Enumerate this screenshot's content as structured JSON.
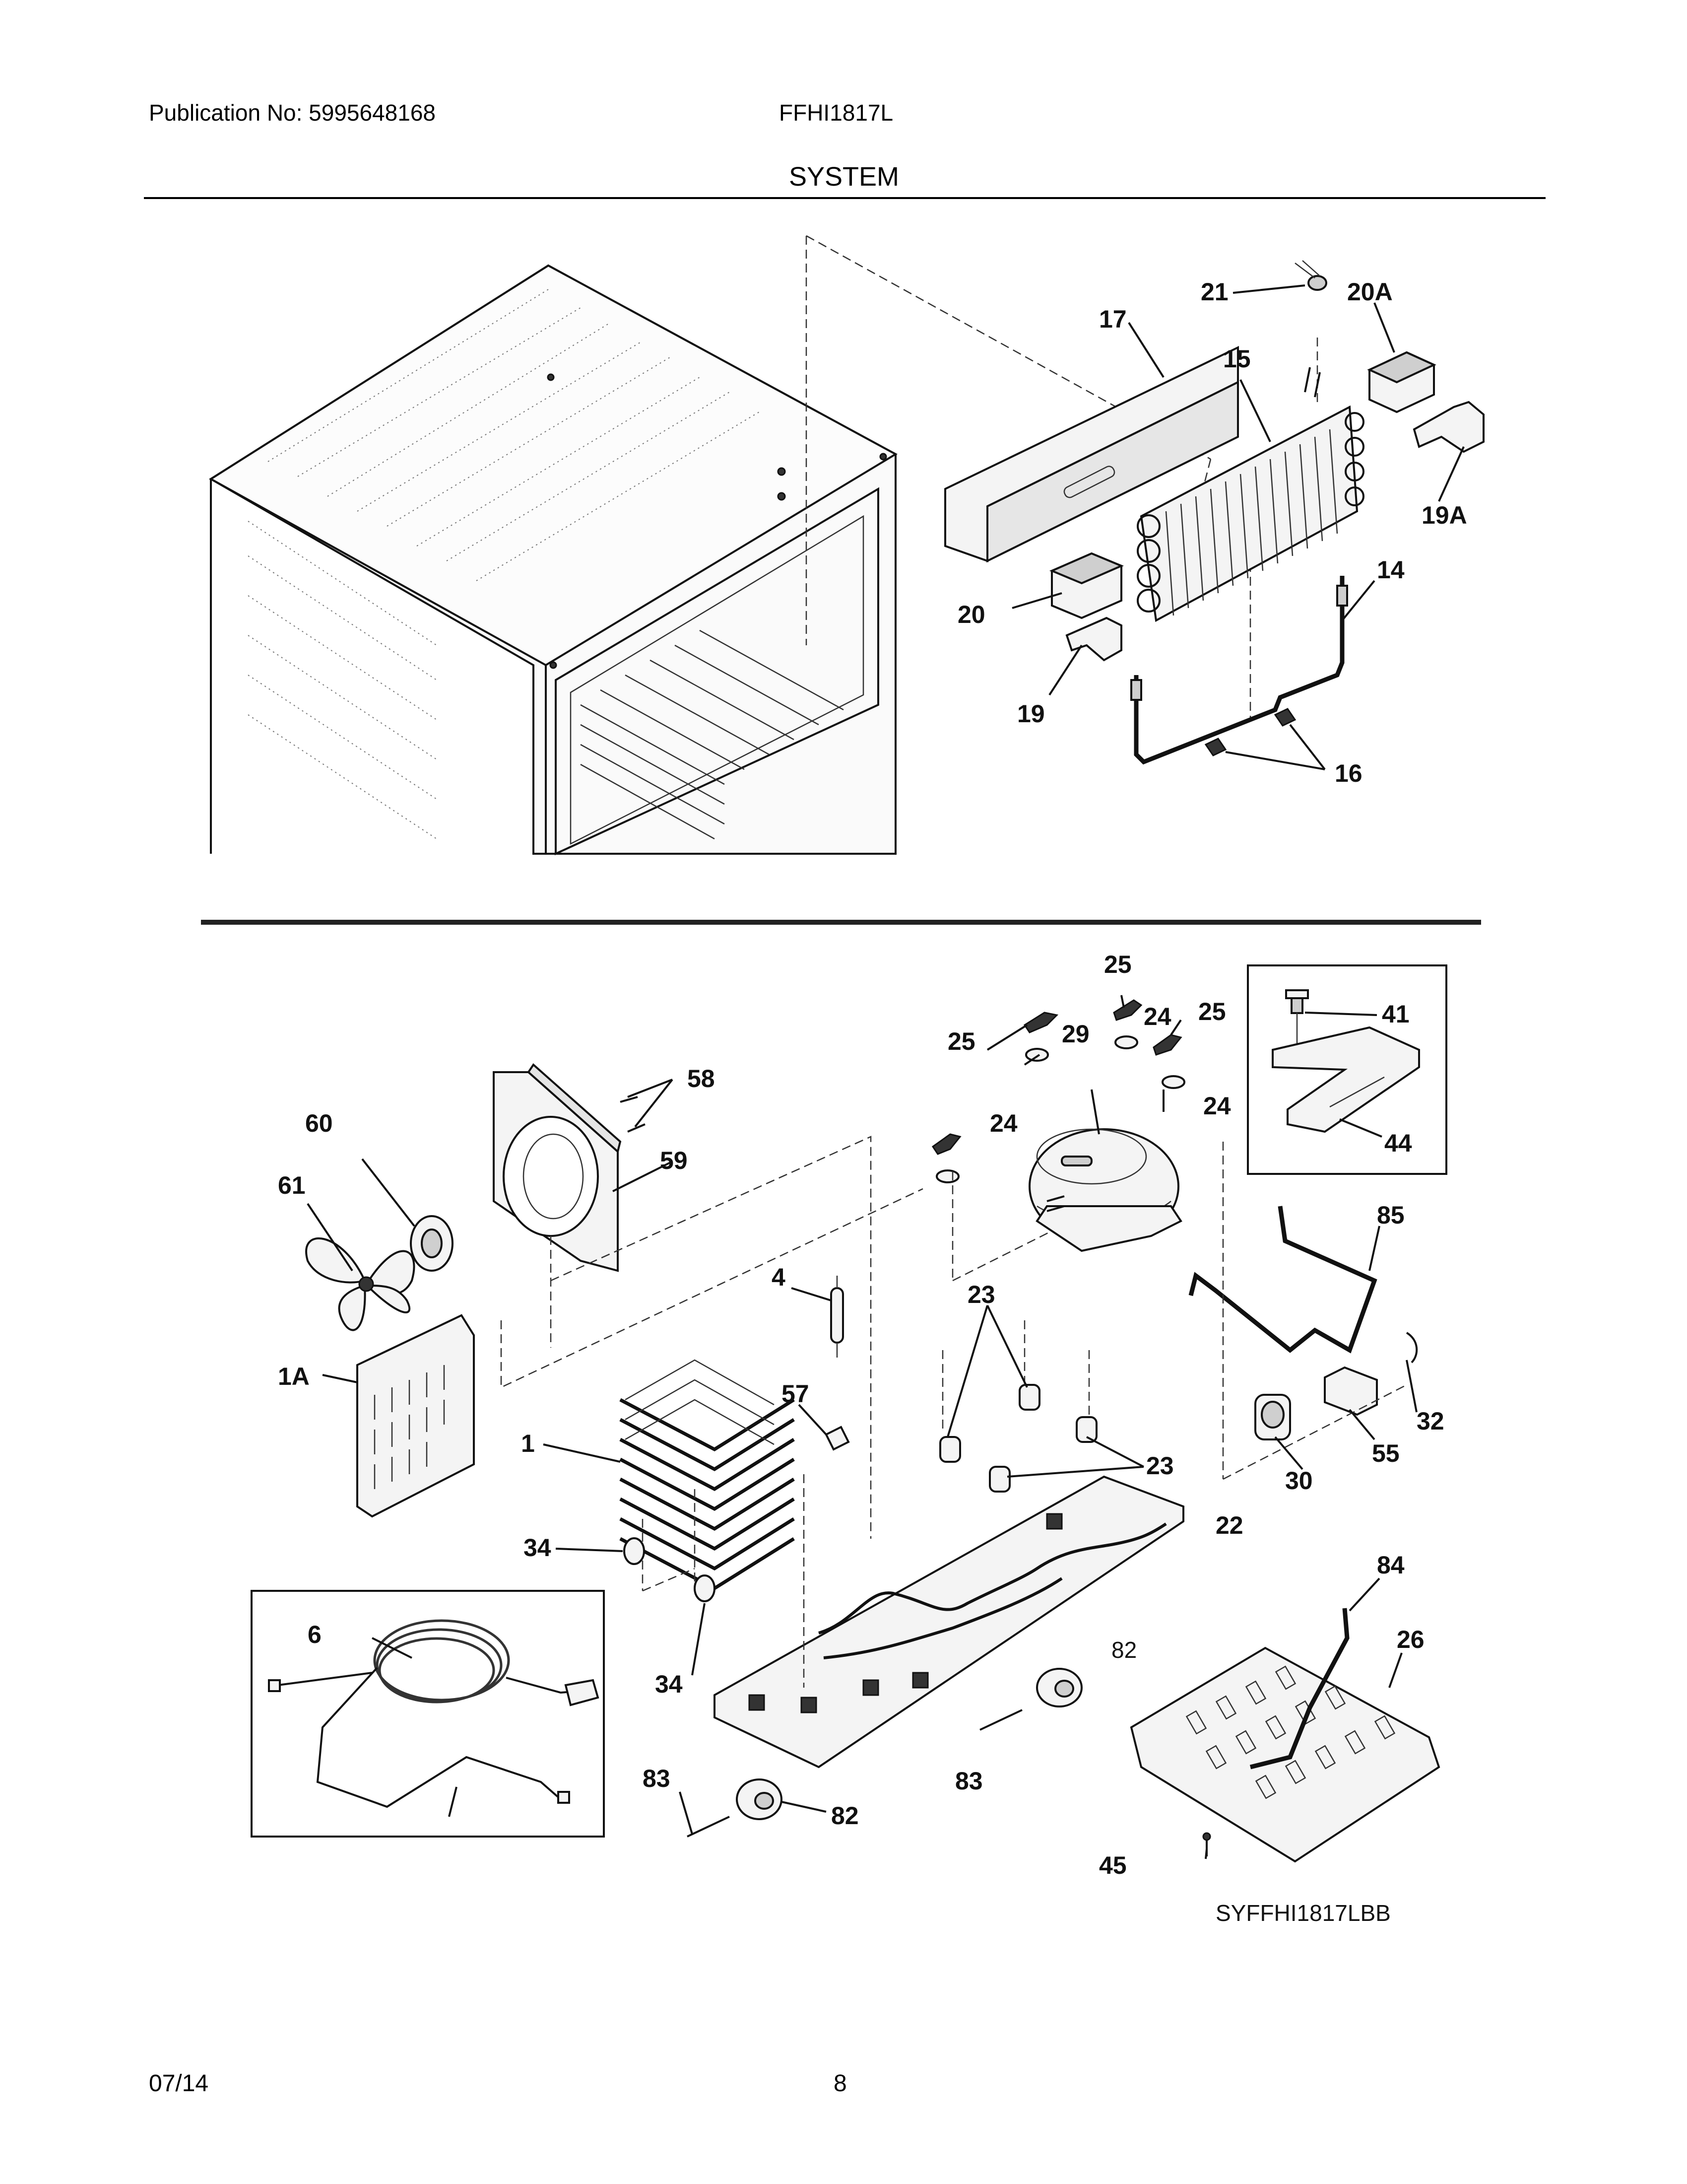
{
  "header": {
    "publication": "Publication No: 5995648168",
    "model": "FFHI1817L",
    "section": "SYSTEM"
  },
  "footer": {
    "date": "07/14",
    "page": "8"
  },
  "diagram": {
    "reference_code": "SYFFHI1817LBB",
    "callouts_upper": [
      "21",
      "20A",
      "17",
      "15",
      "19A",
      "14",
      "20",
      "19",
      "16"
    ],
    "callouts_lower": [
      "25",
      "25",
      "24",
      "25",
      "41",
      "44",
      "24",
      "29",
      "24",
      "58",
      "59",
      "60",
      "61",
      "4",
      "23",
      "85",
      "1A",
      "57",
      "1",
      "32",
      "55",
      "23",
      "30",
      "34",
      "22",
      "84",
      "6",
      "26",
      "82",
      "34",
      "83",
      "83",
      "82",
      "45"
    ]
  }
}
